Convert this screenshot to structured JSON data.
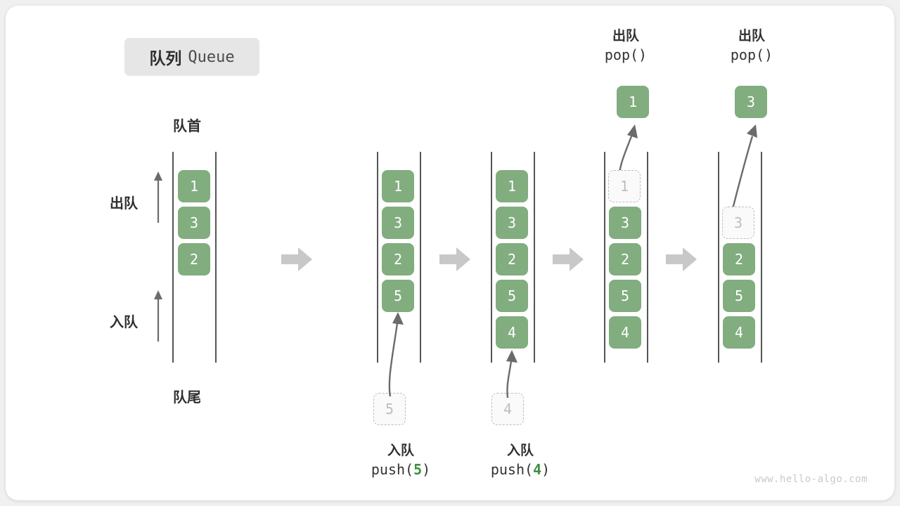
{
  "title": {
    "cn": "队列",
    "en": "Queue"
  },
  "labels": {
    "front": "队首",
    "rear": "队尾",
    "dequeue": "出队",
    "enqueue": "入队"
  },
  "operations": {
    "push5": {
      "cn": "入队",
      "call_prefix": "push(",
      "arg": "5",
      "call_suffix": ")"
    },
    "push4": {
      "cn": "入队",
      "call_prefix": "push(",
      "arg": "4",
      "call_suffix": ")"
    },
    "pop1": {
      "cn": "出队",
      "call": "pop()"
    },
    "pop2": {
      "cn": "出队",
      "call": "pop()"
    }
  },
  "colors": {
    "element": "#81ad7f",
    "ghost_border": "#bdbdbd",
    "ghost_text": "#bdbdbd",
    "rail": "#555555",
    "step_arrow": "#c8c8c8",
    "motion_arrow": "#6b6b6b",
    "text": "#2f2f2f",
    "accent_number": "#3f8f3f",
    "badge_bg": "#e6e6e6",
    "card_bg": "#ffffff",
    "page_bg": "#f0f0f0"
  },
  "columns": [
    {
      "id": "col1",
      "elements": [
        "1",
        "3",
        "2"
      ],
      "ghost": null,
      "popped": null
    },
    {
      "id": "col2",
      "elements": [
        "1",
        "3",
        "2",
        "5"
      ],
      "ghost": {
        "value": "5",
        "position": "below"
      },
      "popped": null
    },
    {
      "id": "col3",
      "elements": [
        "1",
        "3",
        "2",
        "5",
        "4"
      ],
      "ghost": {
        "value": "4",
        "position": "below"
      },
      "popped": null
    },
    {
      "id": "col4",
      "elements": [
        "3",
        "2",
        "5",
        "4"
      ],
      "ghost": {
        "value": "1",
        "position": "slot0"
      },
      "popped": {
        "value": "1"
      }
    },
    {
      "id": "col5",
      "elements": [
        "2",
        "5",
        "4"
      ],
      "ghost": {
        "value": "3",
        "position": "slot1"
      },
      "popped": {
        "value": "3"
      }
    }
  ],
  "watermark": "www.hello-algo.com"
}
